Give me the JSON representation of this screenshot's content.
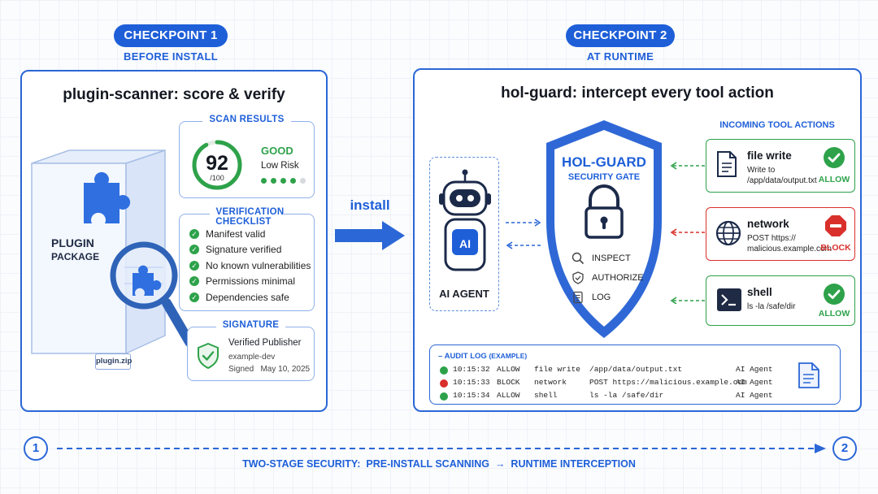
{
  "checkpoint1": {
    "pill": "CHECKPOINT 1",
    "subtitle": "BEFORE INSTALL"
  },
  "checkpoint2": {
    "pill": "CHECKPOINT 2",
    "subtitle": "AT RUNTIME"
  },
  "scanner": {
    "title": "plugin-scanner: score & verify",
    "package_line1": "PLUGIN",
    "package_line2": "PACKAGE",
    "package_file": "plugin.zip",
    "scan": {
      "legend": "SCAN RESULTS",
      "score": "92",
      "score_max": "/100",
      "score_fraction": 0.92,
      "status": "GOOD",
      "risk": "Low Risk",
      "risk_dots_filled": 4,
      "risk_dots_total": 5
    },
    "checklist": {
      "legend": "VERIFICATION CHECKLIST",
      "items": [
        "Manifest valid",
        "Signature verified",
        "No known vulnerabilities",
        "Permissions minimal",
        "Dependencies safe"
      ]
    },
    "signature": {
      "legend": "SIGNATURE",
      "publisher": "Verified Publisher",
      "name": "example-dev",
      "signed": "Signed   May 10, 2025"
    }
  },
  "install_label": "install",
  "guard": {
    "title": "hol-guard: intercept every tool action",
    "agent_label": "AI AGENT",
    "agent_badge": "AI",
    "shield_title": "HOL-GUARD",
    "shield_subtitle": "SECURITY GATE",
    "gate_items": [
      "INSPECT",
      "AUTHORIZE",
      "LOG"
    ],
    "incoming_title": "INCOMING TOOL ACTIONS",
    "actions": [
      {
        "title": "file write",
        "detail1": "Write to",
        "detail2": "/app/data/output.txt",
        "verdict": "ALLOW"
      },
      {
        "title": "network",
        "detail1": "POST https://",
        "detail2": "malicious.example.com",
        "verdict": "BLOCK"
      },
      {
        "title": "shell",
        "detail1": "ls -la /safe/dir",
        "detail2": "",
        "verdict": "ALLOW"
      }
    ],
    "audit": {
      "title": "AUDIT LOG",
      "title_note": "(EXAMPLE)",
      "rows": [
        {
          "time": "10:15:32",
          "result": "ALLOW",
          "tool": "file write",
          "target": "/app/data/output.txt",
          "actor": "AI Agent"
        },
        {
          "time": "10:15:33",
          "result": "BLOCK",
          "tool": "network",
          "target": "POST https://malicious.example.com",
          "actor": "AI Agent"
        },
        {
          "time": "10:15:34",
          "result": "ALLOW",
          "tool": "shell",
          "target": "ls -la /safe/dir",
          "actor": "AI Agent"
        }
      ]
    }
  },
  "footer": {
    "step1": "1",
    "step2": "2",
    "caption_a": "TWO-STAGE SECURITY:  PRE-INSTALL SCANNING",
    "caption_arrow": "→",
    "caption_b": "RUNTIME INTERCEPTION"
  },
  "colors": {
    "accent": "#1e5fd8",
    "allow": "#2ea24a",
    "block": "#d9302b"
  }
}
